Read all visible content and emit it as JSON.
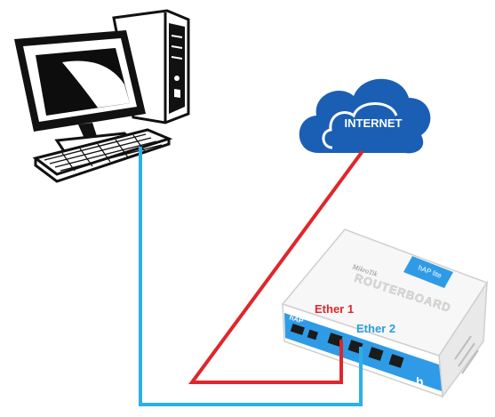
{
  "cloud": {
    "label": "INTERNET",
    "color": "#1a5fb4"
  },
  "router": {
    "brand_text": "MikroTik",
    "board_text": "ROUTERBOARD",
    "model_badge": "hAP lite",
    "model_short": "hAP",
    "corner_glyph": "h",
    "accent_color": "#2f9be6"
  },
  "ports": {
    "ether1": {
      "label": "Ether 1",
      "color": "#e0262b"
    },
    "ether2": {
      "label": "Ether 2",
      "color": "#2a9fd8"
    }
  },
  "cables": {
    "wan_color": "#e0262b",
    "lan_color": "#2ab0e8"
  }
}
